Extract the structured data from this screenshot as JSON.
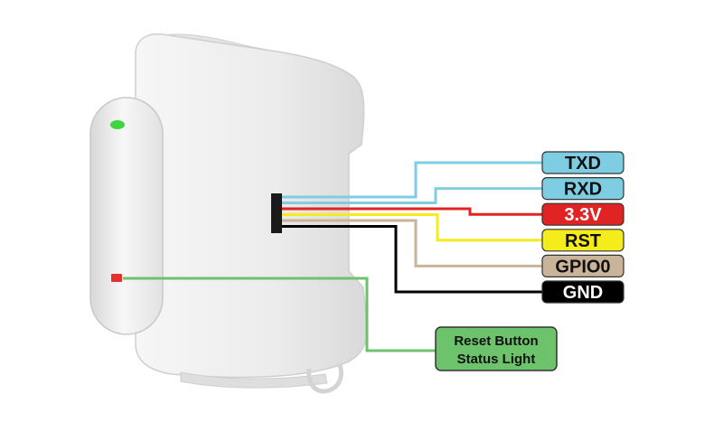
{
  "pins": [
    {
      "label": "TXD",
      "color": "#7fcde3",
      "text_color": "#111111",
      "wire": "#7fcde3"
    },
    {
      "label": "RXD",
      "color": "#7fcde3",
      "text_color": "#111111",
      "wire": "#7fcde3"
    },
    {
      "label": "3.3V",
      "color": "#e02424",
      "text_color": "#ffffff",
      "wire": "#e02424"
    },
    {
      "label": "RST",
      "color": "#f5ec1c",
      "text_color": "#111111",
      "wire": "#f5ec1c"
    },
    {
      "label": "GPIO0",
      "color": "#c9b49a",
      "text_color": "#111111",
      "wire": "#c9b49a"
    },
    {
      "label": "GND",
      "color": "#000000",
      "text_color": "#ffffff",
      "wire": "#000000"
    }
  ],
  "callout": {
    "line1": "Reset Button",
    "line2": "Status Light",
    "color": "#6cc36c",
    "wire": "#6cc36c"
  },
  "device": {
    "body_color": "#ececec",
    "led_color": "#3fd43f",
    "button_color": "#e63030"
  }
}
